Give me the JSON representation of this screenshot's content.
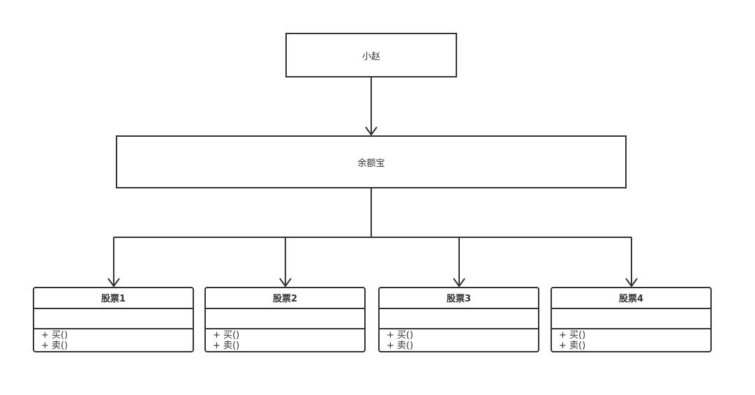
{
  "diagram": {
    "top_node": {
      "label": "小赵"
    },
    "middle_node": {
      "label": "余额宝"
    },
    "classes": [
      {
        "name": "股票1",
        "methods": [
          "+ 买()",
          "+ 卖()"
        ]
      },
      {
        "name": "股票2",
        "methods": [
          "+ 买()",
          "+ 卖()"
        ]
      },
      {
        "name": "股票3",
        "methods": [
          "+ 买()",
          "+ 卖()"
        ]
      },
      {
        "name": "股票4",
        "methods": [
          "+ 买()",
          "+ 卖()"
        ]
      }
    ],
    "colors": {
      "stroke": "#333333",
      "fill": "#ffffff",
      "text": "#333333"
    }
  }
}
